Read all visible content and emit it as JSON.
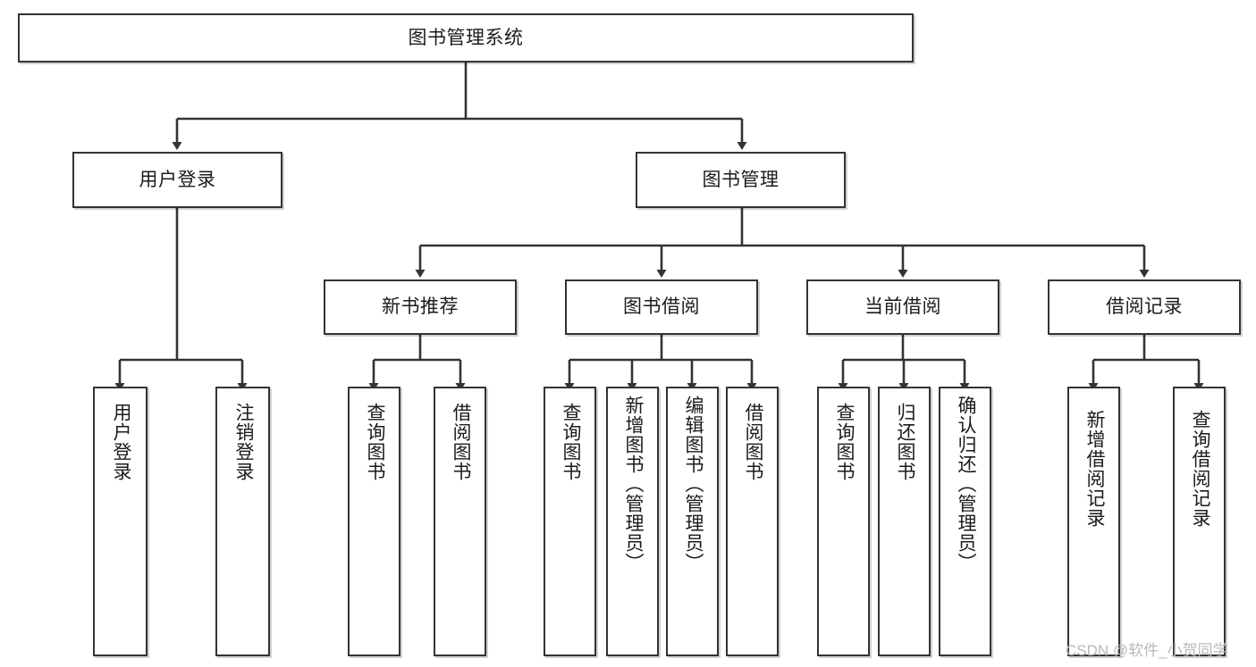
{
  "diagram": {
    "type": "tree-hierarchy",
    "title": "图书管理系统",
    "watermark": "CSDN @软件_小贺同学",
    "style": {
      "box_border_color": "#333333",
      "box_fill_color": "#ffffff",
      "edge_color": "#333333",
      "text_color": "#1b1b1b",
      "watermark_color": "#b9b9b9"
    },
    "nodes": {
      "root": {
        "label": "图书管理系统"
      },
      "level2": [
        {
          "id": "user-login",
          "label": "用户登录"
        },
        {
          "id": "book-management",
          "label": "图书管理"
        }
      ],
      "level3": [
        {
          "id": "new-book-recommend",
          "label": "新书推荐"
        },
        {
          "id": "book-borrow",
          "label": "图书借阅"
        },
        {
          "id": "current-borrow",
          "label": "当前借阅"
        },
        {
          "id": "borrow-record",
          "label": "借阅记录"
        }
      ],
      "leaves": [
        {
          "id": "leaf-user-login",
          "label": "用户登录",
          "parent": "user-login"
        },
        {
          "id": "leaf-logout",
          "label": "注销登录",
          "parent": "user-login"
        },
        {
          "id": "leaf-query-book-1",
          "label": "查询图书",
          "parent": "new-book-recommend"
        },
        {
          "id": "leaf-borrow-book-1",
          "label": "借阅图书",
          "parent": "new-book-recommend"
        },
        {
          "id": "leaf-query-book-2",
          "label": "查询图书",
          "parent": "book-borrow"
        },
        {
          "id": "leaf-add-book",
          "label": "新增图书（管理员）",
          "parent": "book-borrow"
        },
        {
          "id": "leaf-edit-book",
          "label": "编辑图书（管理员）",
          "parent": "book-borrow"
        },
        {
          "id": "leaf-borrow-book-2",
          "label": "借阅图书",
          "parent": "book-borrow"
        },
        {
          "id": "leaf-query-book-3",
          "label": "查询图书",
          "parent": "current-borrow"
        },
        {
          "id": "leaf-return-book",
          "label": "归还图书",
          "parent": "current-borrow"
        },
        {
          "id": "leaf-confirm-return",
          "label": "确认归还（管理员）",
          "parent": "current-borrow"
        },
        {
          "id": "leaf-add-record",
          "label": "新增借阅记录",
          "parent": "borrow-record"
        },
        {
          "id": "leaf-query-record",
          "label": "查询借阅记录",
          "parent": "borrow-record"
        }
      ]
    }
  }
}
